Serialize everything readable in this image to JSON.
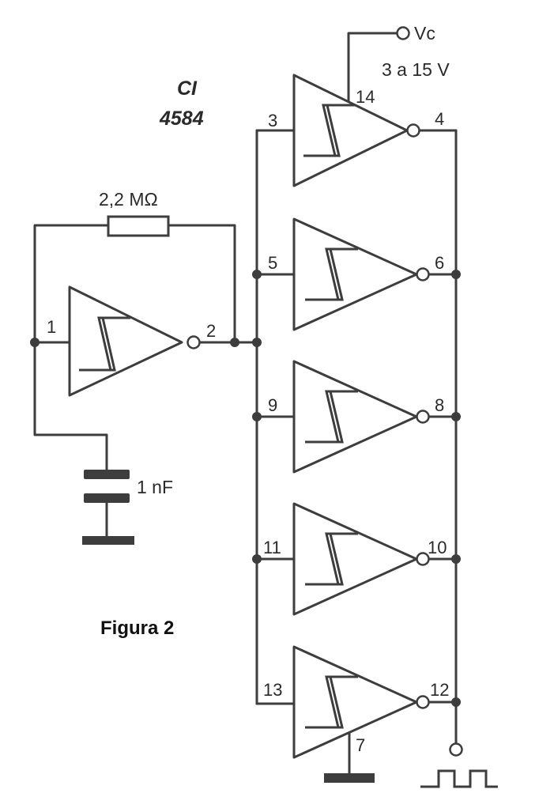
{
  "chip": {
    "line1": "CI",
    "line2": "4584"
  },
  "supply": {
    "terminal": "Vc",
    "range": "3 a 15 V"
  },
  "resistor": {
    "value": "2,2 MΩ"
  },
  "capacitor": {
    "value": "1 nF"
  },
  "caption": "Figura 2",
  "pins": {
    "p1": "1",
    "p2": "2",
    "p3": "3",
    "p4": "4",
    "p5": "5",
    "p6": "6",
    "p7": "7",
    "p8": "8",
    "p9": "9",
    "p10": "10",
    "p11": "11",
    "p12": "12",
    "p13": "13",
    "p14": "14"
  }
}
